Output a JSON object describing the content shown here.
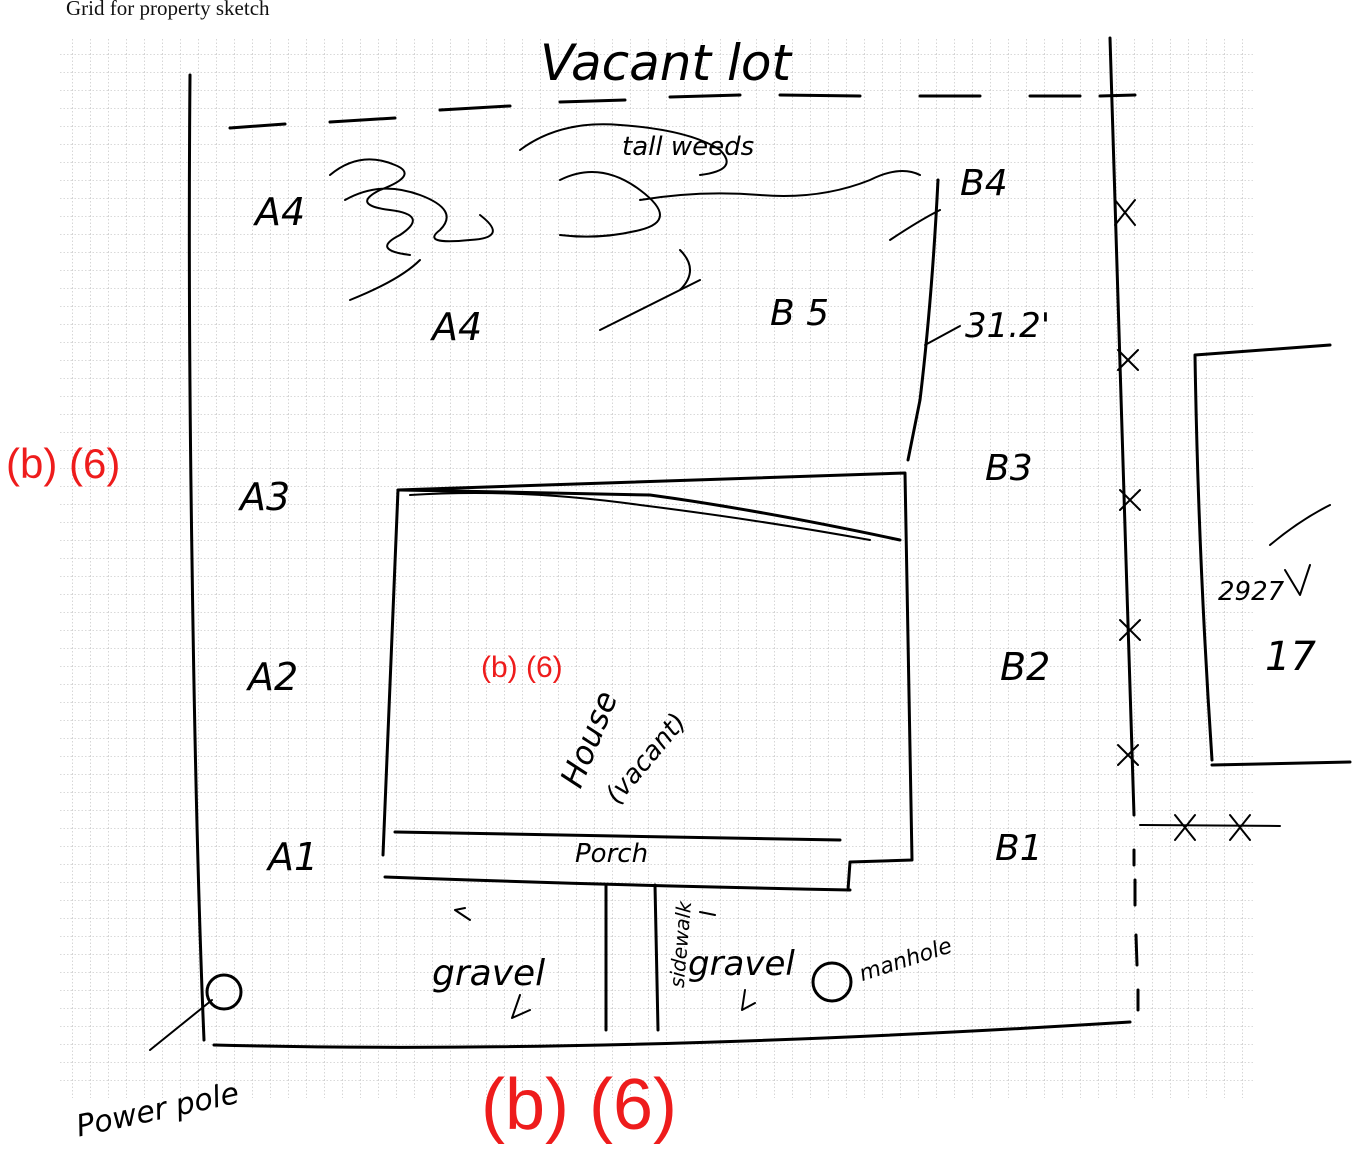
{
  "title": "Grid for property sketch",
  "labels": {
    "top_lot": "Vacant lot",
    "weeds": "tall weeds",
    "a4_top": "A4",
    "a4_mid": "A4",
    "a3": "A3",
    "a2": "A2",
    "a1": "A1",
    "b4": "B4",
    "b5": "B 5",
    "b3": "B3",
    "b2": "B2",
    "b1": "B1",
    "dimension": "31.2'",
    "house": "House",
    "house_note": "(vacant)",
    "porch": "Porch",
    "gravel_left": "gravel",
    "gravel_right": "gravel",
    "sidewalk": "sidewalk",
    "manhole": "manhole",
    "power_pole": "Power pole",
    "side_number": "2927",
    "side_number_2": "17"
  },
  "redactions": {
    "left": "(b) (6)",
    "middle": "(b) (6)",
    "bottom": "(b) (6)"
  },
  "colors": {
    "ink": "#000000",
    "grid": "#9a9a9a",
    "redaction": "#ee1c1c"
  }
}
